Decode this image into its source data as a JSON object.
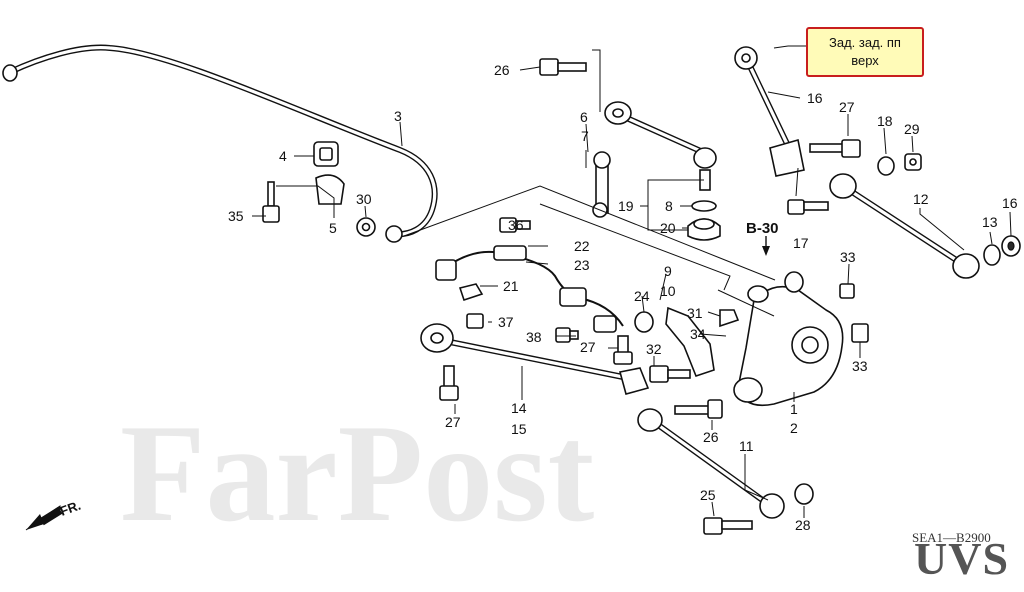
{
  "note": {
    "line1": "Зад. зад. пп",
    "line2": "верх"
  },
  "reference": "B-30",
  "direction": "FR.",
  "diagram_code": "SEA1—B2900",
  "logo_text": "UVS",
  "watermark": "FarPost",
  "note_border_color": "#c81e1e",
  "note_fill_color": "#fffbb8",
  "callouts": {
    "c1": "1",
    "c2": "2",
    "c3": "3",
    "c4": "4",
    "c5": "5",
    "c6": "6",
    "c7": "7",
    "c8": "8",
    "c9": "9",
    "c10": "10",
    "c11": "11",
    "c12": "12",
    "c13": "13",
    "c14": "14",
    "c15": "15",
    "c16": "16",
    "c17": "17",
    "c18": "18",
    "c19": "19",
    "c20": "20",
    "c21": "21",
    "c22": "22",
    "c23": "23",
    "c24": "24",
    "c25": "25",
    "c26a": "26",
    "c26b": "26",
    "c27a": "27",
    "c27b": "27",
    "c27c": "27",
    "c28": "28",
    "c29": "29",
    "c30": "30",
    "c31": "31",
    "c32": "32",
    "c33a": "33",
    "c33b": "33",
    "c34": "34",
    "c35": "35",
    "c36": "36",
    "c37": "37",
    "c38": "38"
  }
}
